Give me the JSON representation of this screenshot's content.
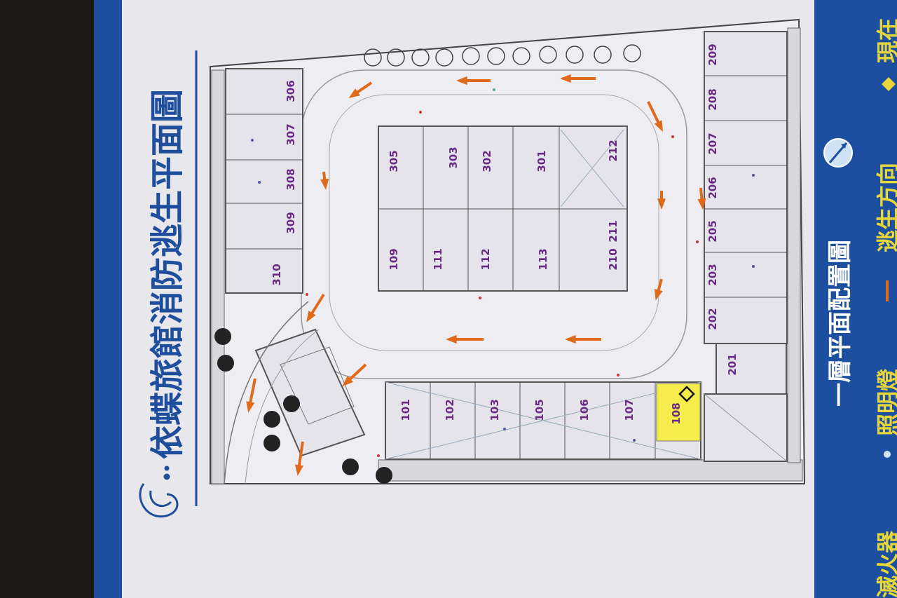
{
  "title": "依蝶旅館消防逃生平面圖",
  "legend": {
    "plan_title": "一層平面配置圖",
    "evacuation_direction": "逃生方向",
    "current_location": "現在",
    "emergency_light": "照明燈",
    "extinguisher": "滅火器"
  },
  "rooms": {
    "floor1": [
      "101",
      "102",
      "103",
      "105",
      "106",
      "107",
      "108"
    ],
    "floor1_inner": [
      "109",
      "111",
      "112",
      "113"
    ],
    "floor2_right": [
      "209",
      "208",
      "207",
      "206",
      "205",
      "203",
      "202",
      "201"
    ],
    "floor2_inner": [
      "212",
      "211",
      "210"
    ],
    "floor3_left": [
      "306",
      "307",
      "308",
      "309",
      "310"
    ],
    "floor3_inner": [
      "305",
      "303",
      "302",
      "301"
    ]
  },
  "highlight_room": "108",
  "colors": {
    "poster_white": "#e9e9ee",
    "border_blue": "#1d4fa0",
    "arrow_orange": "#e06a1c",
    "room_purple": "#6a2a84",
    "highlight_yellow": "#f4ec4a"
  }
}
